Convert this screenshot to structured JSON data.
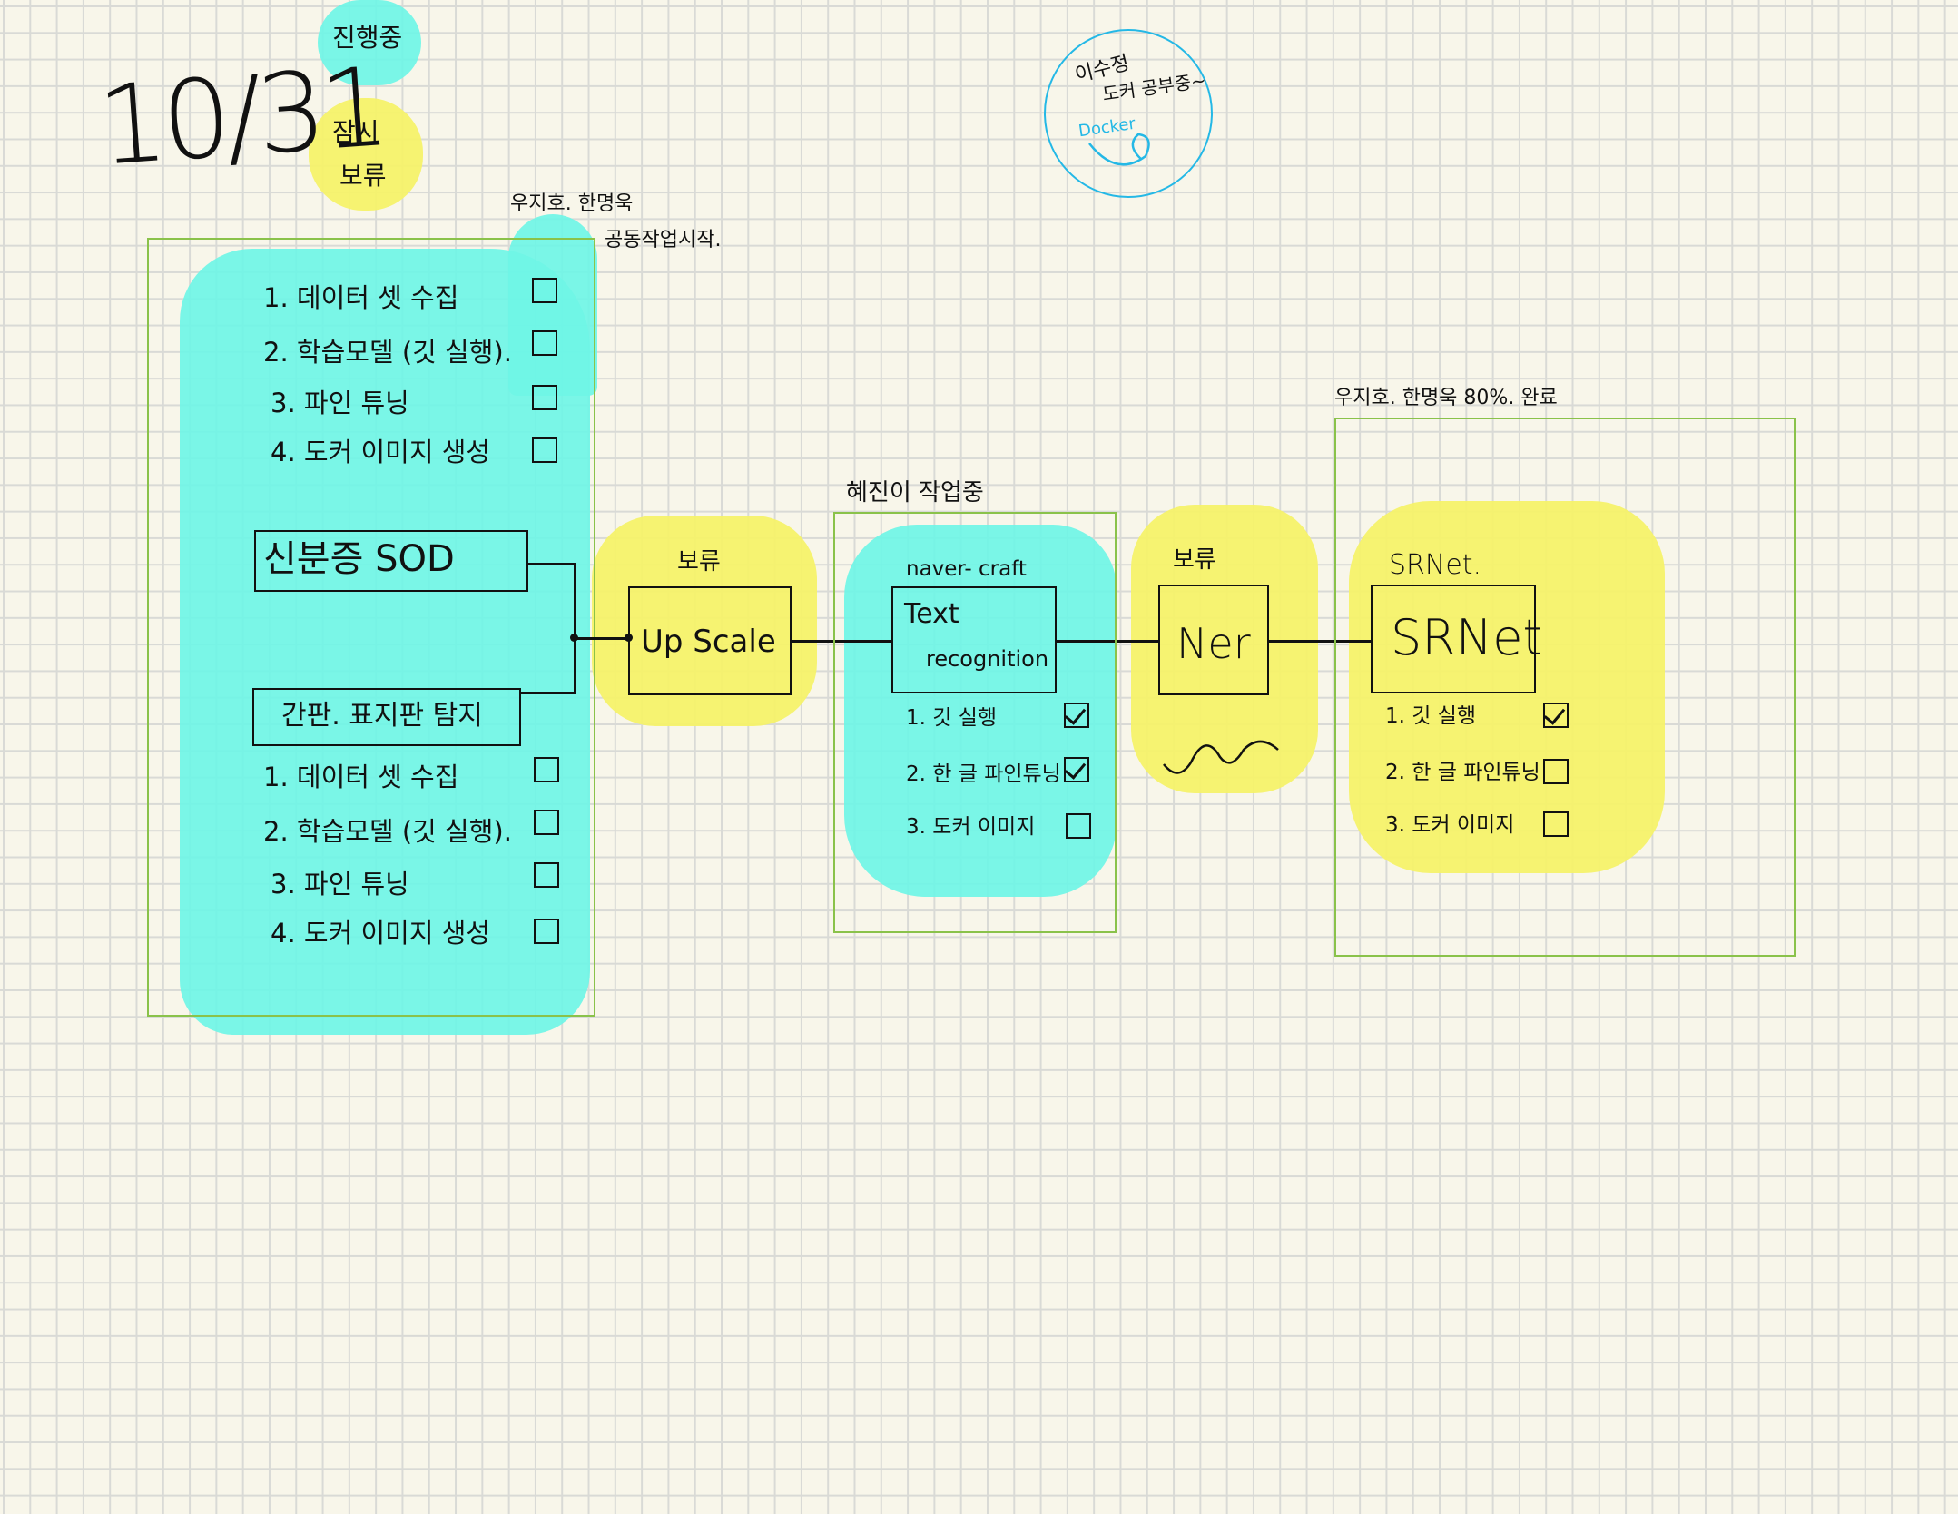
{
  "date": "10/31",
  "legend": {
    "in_progress": "진행중",
    "on_hold_line1": "잠시",
    "on_hold_line2": "보류"
  },
  "docker_note": {
    "line1": "이수정",
    "line2": "도커 공부중~",
    "logo_text": "Docker"
  },
  "colors": {
    "in_progress": "#6ff5e6",
    "on_hold": "#f6f26a",
    "group_border": "#8ac24a",
    "docker_circle": "#24b8e6"
  },
  "sod_group": {
    "note_line1": "우지호. 한명욱",
    "note_line2": "공동작업시작.",
    "top_tasks": [
      {
        "label": "1. 데이터 셋  수집",
        "checked": false
      },
      {
        "label": "2. 학습모델 (깃 실행).",
        "checked": false
      },
      {
        "label": "3.  파인 튜닝",
        "checked": false
      },
      {
        "label": "4.  도커  이미지  생성",
        "checked": false
      }
    ],
    "id_card_box": "신분증 SOD",
    "sign_box": "간판. 표지판  탐지",
    "bottom_tasks": [
      {
        "label": "1. 데이터 셋  수집",
        "checked": false
      },
      {
        "label": "2. 학습모델 (깃 실행).",
        "checked": false
      },
      {
        "label": "3.  파인 튜닝",
        "checked": false
      },
      {
        "label": "4.  도커  이미지  생성",
        "checked": false
      }
    ]
  },
  "upscale": {
    "status": "보류",
    "label": "Up Scale"
  },
  "text_recognition": {
    "note": "혜진이  작업중",
    "subtitle": "naver- craft",
    "label_line1": "Text",
    "label_line2": "recognition",
    "tasks": [
      {
        "label": "1. 깃 실행",
        "checked": true
      },
      {
        "label": "2. 한 글 파인튜닝",
        "checked": true
      },
      {
        "label": "3. 도커 이미지",
        "checked": false
      }
    ]
  },
  "ner": {
    "status": "보류",
    "label": "Ner"
  },
  "srnet": {
    "note": "우지호. 한명욱    80%. 완료",
    "subtitle": "SRNet.",
    "label": "SRNet",
    "tasks": [
      {
        "label": "1. 깃 실행",
        "checked": true
      },
      {
        "label": "2. 한 글 파인튜닝",
        "checked": false
      },
      {
        "label": "3. 도커 이미지",
        "checked": false
      }
    ]
  }
}
